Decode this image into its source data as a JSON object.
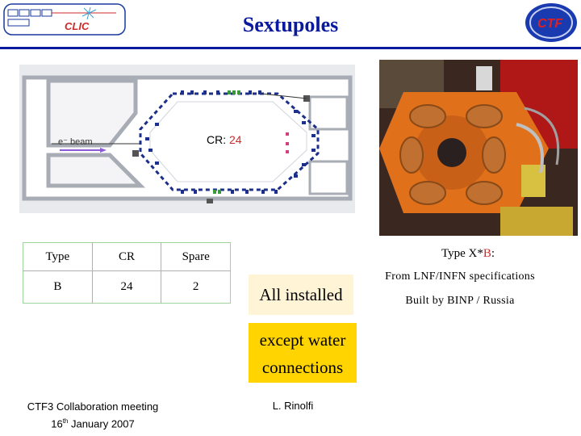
{
  "header": {
    "clic_logo_text": "CLIC",
    "title": "Sextupoles",
    "ctf_logo_text": "CTF"
  },
  "schematic": {
    "cr_label": "CR:",
    "cr_count": "24",
    "beam_label": "e⁻ beam"
  },
  "table": {
    "headers": [
      "Type",
      "CR",
      "Spare"
    ],
    "rows": [
      [
        "B",
        "24",
        "2"
      ]
    ]
  },
  "info": {
    "type_prefix": "Type X*",
    "type_highlight": "B",
    "type_suffix": ":",
    "origin": "From LNF/INFN specifications",
    "builder": "Built by BINP / Russia"
  },
  "status": {
    "installed": "All installed",
    "exception_line1": "except water",
    "exception_line2": "connections"
  },
  "footer": {
    "meeting": "CTF3 Collaboration meeting",
    "date_day": "16",
    "date_suffix": "th",
    "date_rest": " January 2007",
    "author": "L. Rinolfi"
  },
  "colors": {
    "title_blue": "#0a1a9e",
    "highlight_red": "#cc2b2b",
    "yellow_box": "#ffd400",
    "cream_box": "#fff5d6"
  }
}
